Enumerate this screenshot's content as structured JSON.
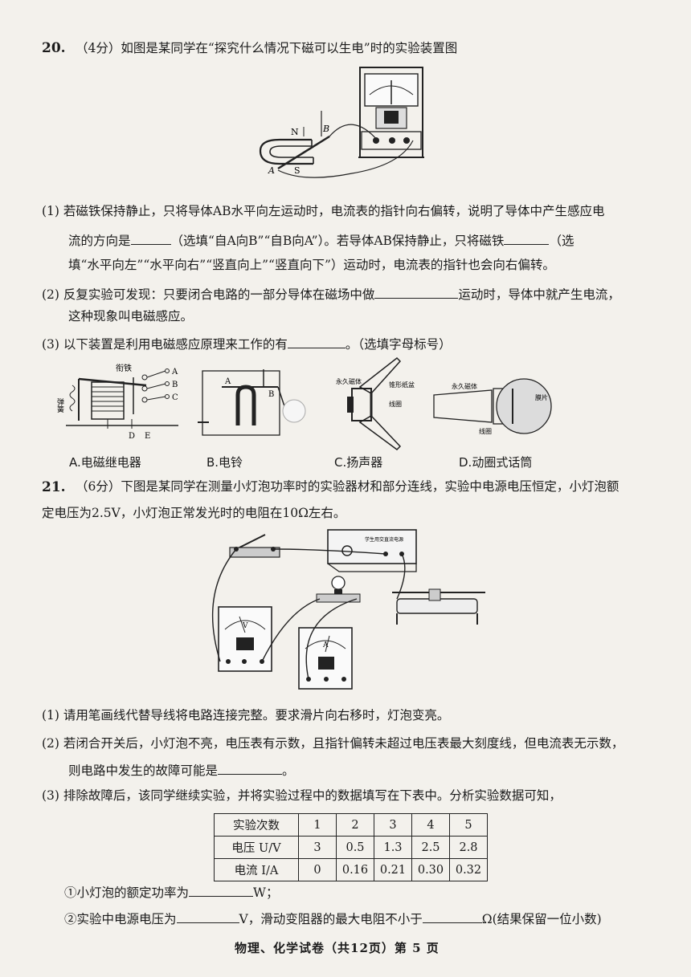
{
  "q20": {
    "number": "20.",
    "stem": "（4分）如图是某同学在“探究什么情况下磁可以生电”时的实验装置图",
    "fig_labels": {
      "n": "N",
      "b": "B",
      "a": "A",
      "s": "S"
    },
    "p1_line1": "(1) 若磁铁保持静止，只将导体AB水平向左运动时，电流表的指针向右偏转，说明了导体中产生感应电",
    "p1_line2_a": "流的方向是",
    "p1_line2_b": "（选填“自A向B”“自B向A”）。若导体AB保持静止，只将磁铁",
    "p1_line2_c": "（选",
    "p1_line3": "填“水平向左”“水平向右”“竖直向上”“竖直向下”）运动时，电流表的指针也会向右偏转。",
    "p2_line1_a": "(2) 反复实验可发现：只要闭合电路的一部分导体在磁场中做",
    "p2_line1_b": "运动时，导体中就产生电流，",
    "p2_line2": "这种现象叫电磁感应。",
    "p3_a": "(3) 以下装置是利用电磁感应原理来工作的有",
    "p3_b": "。（选填字母标号）",
    "devices": {
      "relay_labels": {
        "armature": "衔铁",
        "spring": "弹簧",
        "a": "A",
        "b": "B",
        "c": "C",
        "d": "D",
        "e": "E"
      },
      "bell_labels": {
        "a": "A",
        "b": "B"
      },
      "speaker_labels": {
        "magnet": "永久磁体",
        "cone": "锥形纸盆",
        "coil": "线圈"
      },
      "mic_labels": {
        "magnet": "永久磁体",
        "diaphragm": "膜片",
        "coil": "线圈"
      },
      "captions": [
        "A.电磁继电器",
        "B.电铃",
        "C.扬声器",
        "D.动圈式话筒"
      ]
    }
  },
  "q21": {
    "number": "21.",
    "stem_line1": "（6分）下图是某同学在测量小灯泡功率时的实验器材和部分连线，实验中电源电压恒定，小灯泡额",
    "stem_line2": "定电压为2.5V，小灯泡正常发光时的电阻在10Ω左右。",
    "fig_labels": {
      "supply": "学生用交直流电源",
      "voltmeter": "V",
      "ammeter": "A"
    },
    "p1": "(1) 请用笔画线代替导线将电路连接完整。要求滑片向右移时，灯泡变亮。",
    "p2_line1": "(2) 若闭合开关后，小灯泡不亮，电压表有示数，且指针偏转未超过电压表最大刻度线，但电流表无示数，",
    "p2_line2_a": "则电路中发生的故障可能是",
    "p2_line2_b": "。",
    "p3": "(3) 排除故障后，该同学继续实验，并将实验过程中的数据填写在下表中。分析实验数据可知，",
    "table": {
      "header": [
        "实验次数",
        "1",
        "2",
        "3",
        "4",
        "5"
      ],
      "rows": [
        [
          "电压 U/V",
          "3",
          "0.5",
          "1.3",
          "2.5",
          "2.8"
        ],
        [
          "电流 I/A",
          "0",
          "0.16",
          "0.21",
          "0.30",
          "0.32"
        ]
      ]
    },
    "s1_a": "①小灯泡的额定功率为",
    "s1_b": "W；",
    "s2_a": "②实验中电源电压为",
    "s2_b": "V，滑动变阻器的最大电阻不小于",
    "s2_c": "Ω(结果保留一位小数)"
  },
  "footer": "物理、化学试卷（共12页）第 5 页"
}
